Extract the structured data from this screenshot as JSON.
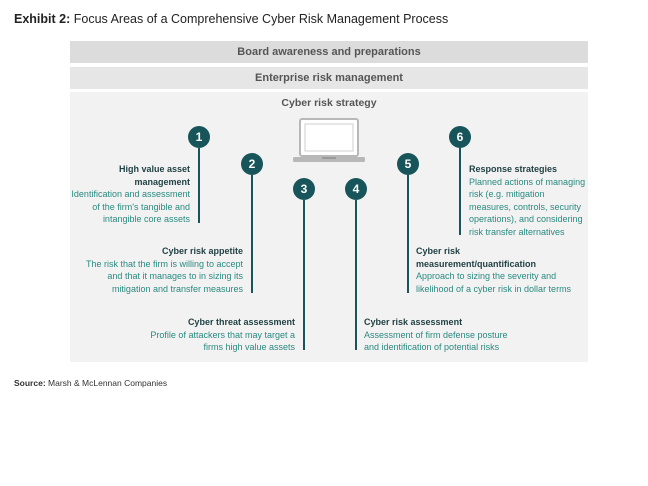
{
  "title": {
    "label": "Exhibit 2:",
    "text": "Focus Areas of a Comprehensive Cyber Risk Management Process"
  },
  "bands": {
    "board": "Board awareness and preparations",
    "enterprise": "Enterprise risk management",
    "strategy": "Cyber risk strategy"
  },
  "icon": "laptop-icon",
  "areas": [
    {
      "num": "1",
      "heading_lines": [
        "High value asset",
        "management"
      ],
      "body_lines": [
        "Identification and assessment",
        "of the firm's tangible and",
        "intangible core assets"
      ]
    },
    {
      "num": "2",
      "heading_lines": [
        "Cyber risk appetite"
      ],
      "body_lines": [
        "The risk that the firm is willing to accept",
        "and that it manages to in sizing its",
        "mitigation and transfer measures"
      ]
    },
    {
      "num": "3",
      "heading_lines": [
        "Cyber threat assessment"
      ],
      "body_lines": [
        "Profile of attackers that may target a",
        "firms high value assets"
      ]
    },
    {
      "num": "4",
      "heading_lines": [
        "Cyber risk assessment"
      ],
      "body_lines": [
        "Assessment of firm defense posture",
        "and identification of potential risks"
      ]
    },
    {
      "num": "5",
      "heading_lines": [
        "Cyber risk",
        "measurement/quantification"
      ],
      "body_lines": [
        "Approach to sizing the severity and",
        "likelihood of a cyber risk in dollar terms"
      ]
    },
    {
      "num": "6",
      "heading_lines": [
        "Response strategies"
      ],
      "body_lines": [
        "Planned actions of managing",
        "risk (e.g. mitigation",
        "measures, controls, security",
        "operations), and considering",
        "risk transfer alternatives"
      ]
    }
  ],
  "source": {
    "label": "Source:",
    "text": "Marsh & McLennan Companies"
  },
  "colors": {
    "accent": "#17555a",
    "body_text": "#2a8a80",
    "heading_text": "#1f3f42"
  }
}
